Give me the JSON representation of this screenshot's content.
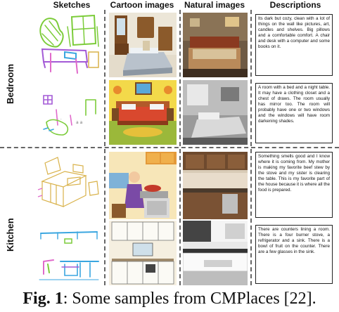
{
  "headers": {
    "sketches": "Sketches",
    "cartoon": "Cartoon images",
    "natural": "Natural images",
    "descriptions": "Descriptions"
  },
  "rows": {
    "bedroom": "Bedroom",
    "kitchen": "Kitchen"
  },
  "descriptions": [
    "Its dark but cozy, clean with a lot of things on the wall like pictures, art, candles and shelves. Big pillows and a comfortable comfort. A chair and desk with a computer and some books on it.",
    "A room with a bed and a night table. It may have a clothing closet and a chest of draws. The room usually has mirror too. The room will probably have one or two windows and the windows will have room darkening shades.",
    "Something smells good and I know where it is coming from. My mother is making my favorite beef stew by the stove and my sister is clearing the table. This is my favorite part of the house because it is where all the food is prepared.",
    "There are counters lining a room. There is a four burner stove, a refrigerator and a sink. There is a bowl of fruit on the counter. There are a few glasses in the sink."
  ],
  "caption": {
    "label": "Fig. 1",
    "text": ": Some samples from CMPlaces [22]."
  },
  "colors": {
    "sketch_green": "#7ccc3a",
    "sketch_purple": "#a35ad6",
    "sketch_blue": "#3aa6e0",
    "sketch_pink": "#e06acb",
    "sketch_gold": "#d9b24a"
  }
}
